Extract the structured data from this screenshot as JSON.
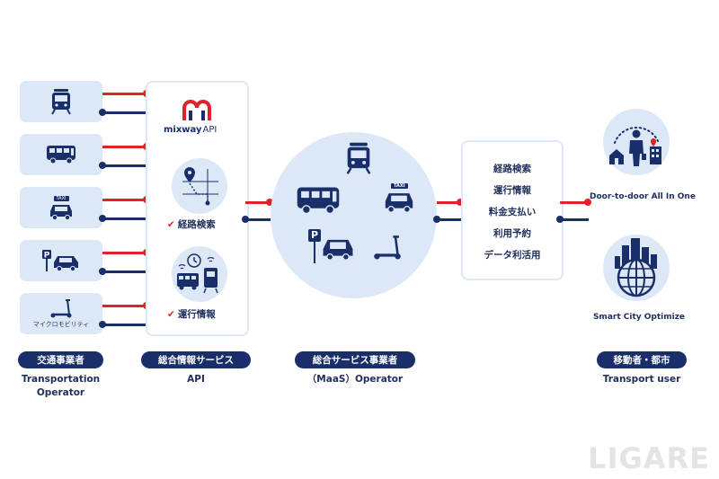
{
  "operators": [
    {
      "icon": "train-icon",
      "sub": ""
    },
    {
      "icon": "bus-icon",
      "sub": ""
    },
    {
      "icon": "taxi-icon",
      "sub": "TAXI"
    },
    {
      "icon": "parking-car-icon",
      "sub": ""
    },
    {
      "icon": "kick-scooter-icon",
      "sub": "マイクロモビリティ"
    }
  ],
  "api": {
    "brand": "mixway",
    "brand_suffix": "API",
    "feature_route": "経路検索",
    "feature_operation": "運行情報"
  },
  "maas": {
    "taxi_sign": "TAXI",
    "parking_sign": "P"
  },
  "services": [
    "経路検索",
    "運行情報",
    "料金支払い",
    "利用予約",
    "データ利活用"
  ],
  "users": {
    "door_to_door": "Door-to-door All In One",
    "smart_city": "Smart City Optimize"
  },
  "labels": {
    "transport_jp": "交通事業者",
    "transport_en1": "Transportation",
    "transport_en2": "Operator",
    "info_jp": "総合情報サービス",
    "info_en": "API",
    "maas_jp": "総合サービス事業者",
    "maas_en": "（MaaS）Operator",
    "user_jp": "移動者・都市",
    "user_en": "Transport user"
  },
  "watermark": "LIGARE",
  "colors": {
    "navy": "#1a2f6a",
    "red": "#e0222a",
    "light_blue": "#dde8f6"
  }
}
